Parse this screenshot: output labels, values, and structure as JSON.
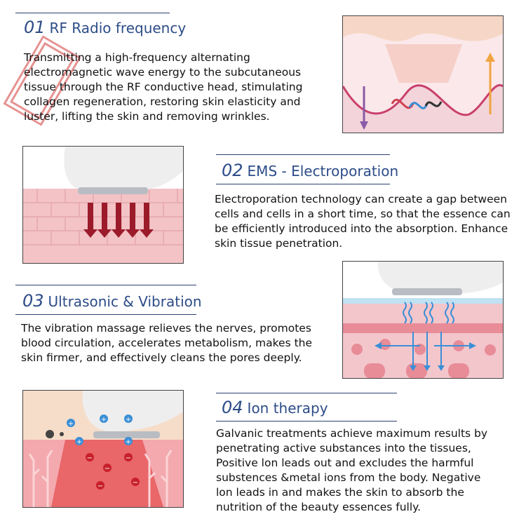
{
  "sections": [
    {
      "number": "01",
      "title": "RF Radio frequency",
      "lines": [
        "Transmitting a high-frequency alternating",
        "electromagnetic wave energy to the subcutaneous",
        "tissue through the RF conductive head, stimulating",
        "collagen regeneration, restoring skin elasticity and",
        "luster, lifting the skin and removing wrinkles."
      ]
    },
    {
      "number": "02",
      "title": "EMS - Electroporation",
      "lines": [
        "Electroporation technology can create a gap between",
        "cells and cells in a short time, so that the essence can",
        "be efficiently introduced into the absorption. Enhance",
        "skin tissue penetration."
      ]
    },
    {
      "number": "03",
      "title": "Ultrasonic & Vibration",
      "lines": [
        "The vibration massage relieves the nerves, promotes",
        "blood circulation, accelerates metabolism, makes the",
        "skin firmer, and effectively cleans the pores deeply."
      ]
    },
    {
      "number": "04",
      "title": "Ion therapy",
      "lines": [
        "Galvanic treatments achieve maximum results by",
        "penetrating active substances into the tissues,",
        "Positive lon leads out and excludes the harmful",
        "substences &metal ions from the body. Negative",
        "lon leads in and makes the skin to absorb the",
        "nutrition of the beauty essences fully."
      ]
    }
  ],
  "colors": {
    "title": "#2d4c88",
    "rule": "#2d3f73",
    "skin_pink": "#f3c3c6",
    "deep_red": "#9b1b2a",
    "stamp_red": "#d23a3a"
  },
  "icons": {
    "plus": "+",
    "minus": "−"
  }
}
